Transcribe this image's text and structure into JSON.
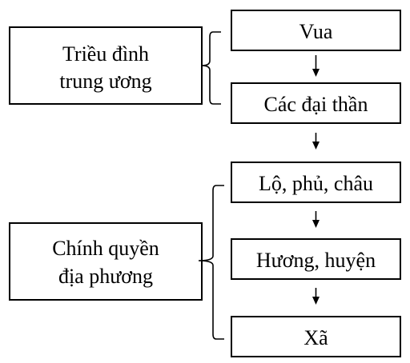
{
  "groups": {
    "central": {
      "label_line1": "Triều đình",
      "label_line2": "trung ương"
    },
    "local": {
      "label_line1": "Chính quyền",
      "label_line2": "địa phương"
    }
  },
  "levels": {
    "vua": "Vua",
    "dai_than": "Các đại thần",
    "lo_phu_chau": "Lộ, phủ, châu",
    "huong_huyen": "Hương, huyện",
    "xa": "Xã"
  }
}
